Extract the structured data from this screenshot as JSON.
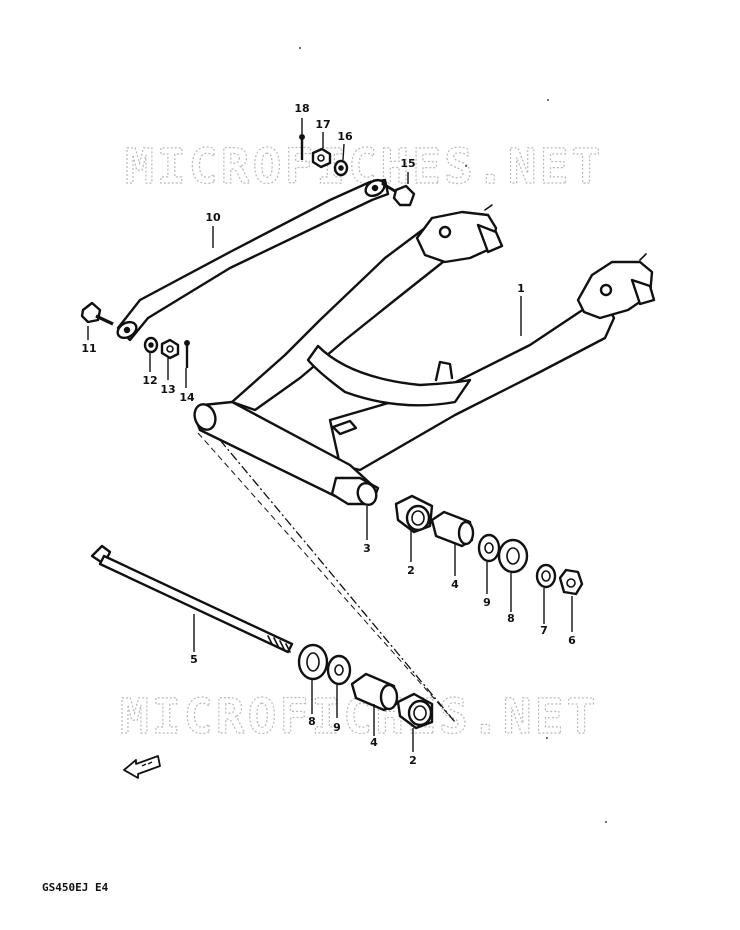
{
  "diagram_code": "GS450EJ E4",
  "watermark": "MICROFICHES.NET",
  "callouts": [
    {
      "id": "18",
      "label": "18"
    },
    {
      "id": "17",
      "label": "17"
    },
    {
      "id": "16",
      "label": "16"
    },
    {
      "id": "15",
      "label": "15"
    },
    {
      "id": "10",
      "label": "10"
    },
    {
      "id": "1",
      "label": "1"
    },
    {
      "id": "11",
      "label": "11"
    },
    {
      "id": "12",
      "label": "12"
    },
    {
      "id": "13",
      "label": "13"
    },
    {
      "id": "14",
      "label": "14"
    },
    {
      "id": "3",
      "label": "3"
    },
    {
      "id": "2a",
      "label": "2"
    },
    {
      "id": "4a",
      "label": "4"
    },
    {
      "id": "9a",
      "label": "9"
    },
    {
      "id": "8a",
      "label": "8"
    },
    {
      "id": "7",
      "label": "7"
    },
    {
      "id": "6",
      "label": "6"
    },
    {
      "id": "5",
      "label": "5"
    },
    {
      "id": "8b",
      "label": "8"
    },
    {
      "id": "9b",
      "label": "9"
    },
    {
      "id": "4b",
      "label": "4"
    },
    {
      "id": "2b",
      "label": "2"
    }
  ],
  "direction_icon": "front-arrow-icon"
}
